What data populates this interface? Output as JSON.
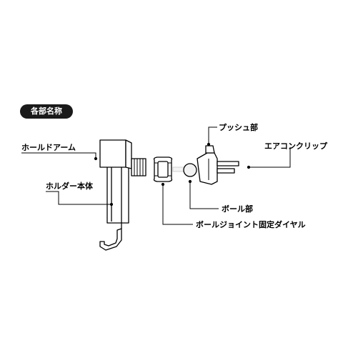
{
  "header": {
    "label": "各部名称"
  },
  "labels": {
    "holder_arm": "ホールドアーム",
    "holder_body": "ホルダー本体",
    "push_part": "プッシュ部",
    "aircon_clip": "エアコンクリップ",
    "ball_part": "ボール部",
    "ball_joint_dial": "ボールジョイント固定ダイヤル"
  },
  "colors": {
    "line": "#000000",
    "parts": "#ffffff",
    "ball_fill": "#f2f2f2",
    "pill_bg": "#1a1a1a"
  }
}
